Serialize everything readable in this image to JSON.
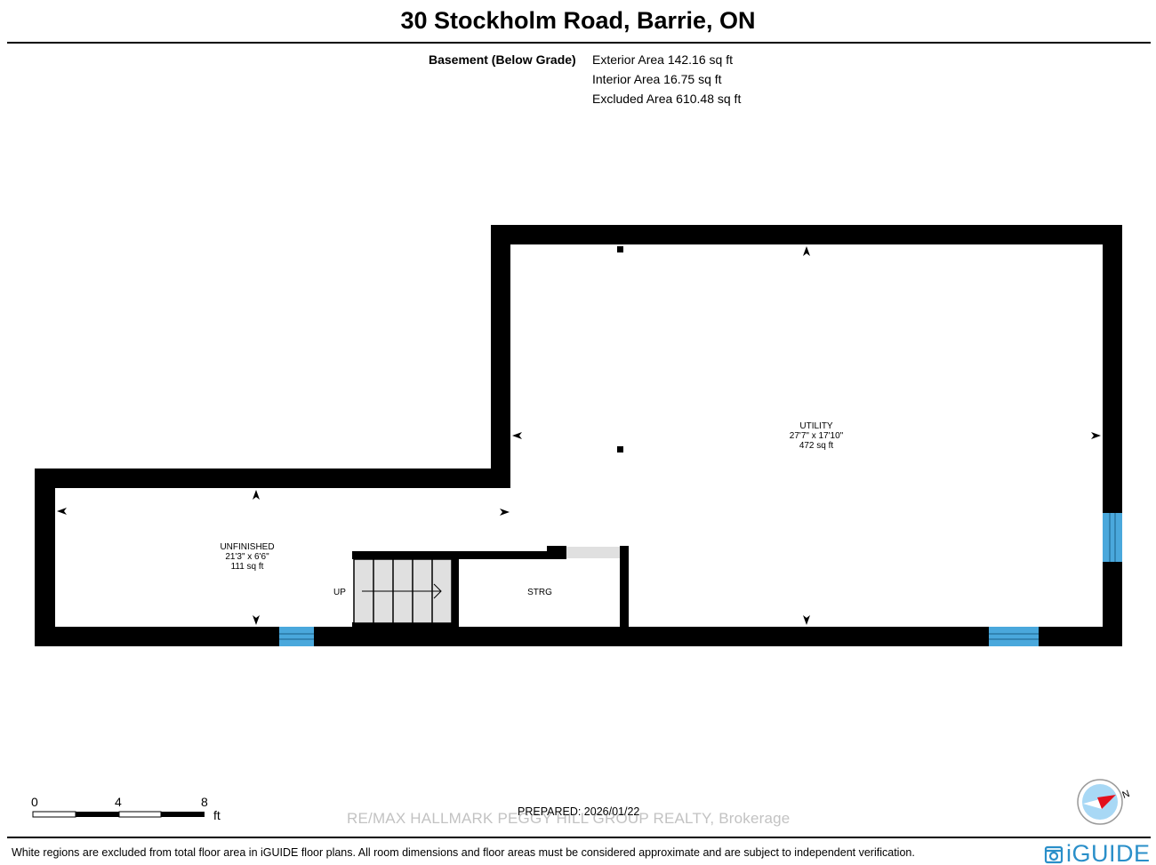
{
  "title": "30 Stockholm Road, Barrie, ON",
  "floor": {
    "label": "Basement (Below Grade)",
    "areas": [
      "Exterior Area 142.16 sq ft",
      "Interior Area 16.75 sq ft",
      "Excluded Area 610.48 sq ft"
    ]
  },
  "rooms": {
    "utility": {
      "name": "UTILITY",
      "dims": "27'7\" x 17'10\"",
      "area": "472 sq ft"
    },
    "unfinished": {
      "name": "UNFINISHED",
      "dims": "21'3\" x 6'6\"",
      "area": "111 sq ft"
    },
    "storage": {
      "name": "STRG"
    },
    "stairs": {
      "label": "UP"
    }
  },
  "scale": {
    "ticks": [
      "0",
      "4",
      "8"
    ],
    "unit": "ft"
  },
  "prepared": "PREPARED: 2026/01/22",
  "watermark": "RE/MAX HALLMARK PEGGY HILL GROUP REALTY, Brokerage",
  "footer": "White regions are excluded from total floor area in iGUIDE floor plans. All room dimensions and floor areas must be considered approximate and are subject to independent verification.",
  "logo": "iGUIDE",
  "compass": {
    "label": "N",
    "icon": "compass-icon"
  },
  "colors": {
    "wall": "#000000",
    "window": "#4aa8dc",
    "stairs": "#e0e0e0",
    "brand": "#2a8fc9"
  }
}
